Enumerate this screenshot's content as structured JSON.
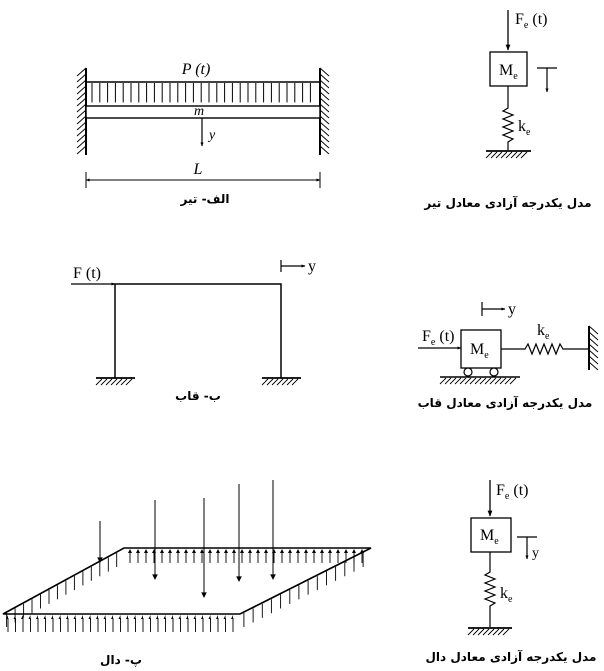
{
  "beam": {
    "load": "P (t)",
    "mass": "m",
    "disp": "y",
    "length": "L",
    "caption": "الف- تیر"
  },
  "frame": {
    "force": "F (t)",
    "disp": "y",
    "caption": "ب- قاب"
  },
  "slab": {
    "caption": "پ- دال"
  },
  "model_beam": {
    "force_main": "F",
    "force_sub": "e",
    "force_tail": " (t)",
    "mass_main": "M",
    "mass_sub": "e",
    "k_main": "k",
    "k_sub": "e",
    "caption": "مدل یکدرجه آزادی معادل تیر"
  },
  "model_frame": {
    "force_main": "F",
    "force_sub": "e",
    "force_tail": " (t)",
    "mass_main": "M",
    "mass_sub": "e",
    "k_main": "k",
    "k_sub": "e",
    "disp": "y",
    "caption": "مدل یکدرجه آزادی معادل قاب"
  },
  "model_slab": {
    "force_main": "F",
    "force_sub": "e",
    "force_tail": " (t)",
    "mass_main": "M",
    "mass_sub": "e",
    "k_main": "k",
    "k_sub": "e",
    "disp": "y",
    "caption": "مدل یکدرجه آزادی معادل دال"
  }
}
